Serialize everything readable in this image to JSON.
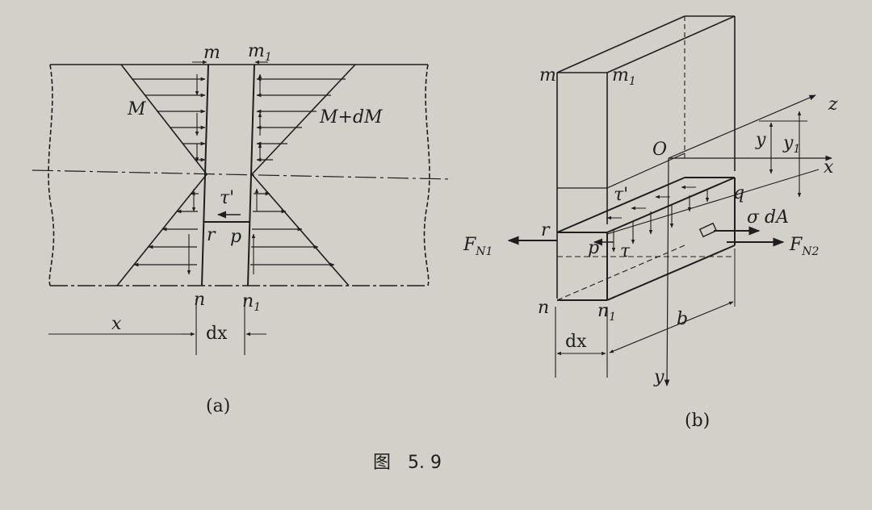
{
  "figure_caption": "图   5. 9",
  "panel_a": {
    "caption": "(a)",
    "labels": {
      "m": "m",
      "m1": "m",
      "m1_sub": "1",
      "moment_left": "M",
      "moment_right": "M+dM",
      "tau_prime": "τ'",
      "r": "r",
      "p": "p",
      "n": "n",
      "n1": "n",
      "n1_sub": "1",
      "x": "x",
      "dx": "dx"
    }
  },
  "panel_b": {
    "caption": "(b)",
    "labels": {
      "m": "m",
      "m1": "m",
      "m1_sub": "1",
      "O": "O",
      "z": "z",
      "x": "x",
      "y_axis": "y",
      "y": "y",
      "y1": "y",
      "y1_sub": "1",
      "tau_prime": "τ'",
      "tau": "τ",
      "q": "q",
      "r": "r",
      "p": "p",
      "sigma_dA": "σ dA",
      "FN1": "F",
      "FN1_sub": "N1",
      "FN2": "F",
      "FN2_sub": "N2",
      "n": "n",
      "n1": "n",
      "n1_sub": "1",
      "dx": "dx",
      "b": "b"
    }
  },
  "colors": {
    "ink": "#1e1e1e",
    "paper": "#d2d0c9"
  }
}
